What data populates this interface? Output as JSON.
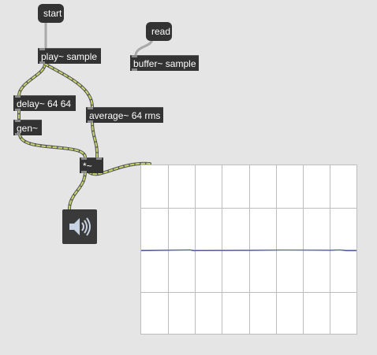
{
  "patcher": {
    "messages": {
      "start": "start",
      "read": "read"
    },
    "objects": {
      "play": "play~ sample",
      "buffer": "buffer~ sample",
      "delay": "delay~ 64 64",
      "gen": "gen~",
      "average": "average~ 64 rms",
      "multiply": "*~"
    },
    "dac_icon": "speaker-icon",
    "scope": {
      "grid_color": "#bdbdbd",
      "trace_color": "#4a5aa0",
      "waveform_level": 0.5
    },
    "colors": {
      "background": "#e5e5e5",
      "object_fill": "#333333",
      "signal_cord": "#c9d66a"
    }
  }
}
